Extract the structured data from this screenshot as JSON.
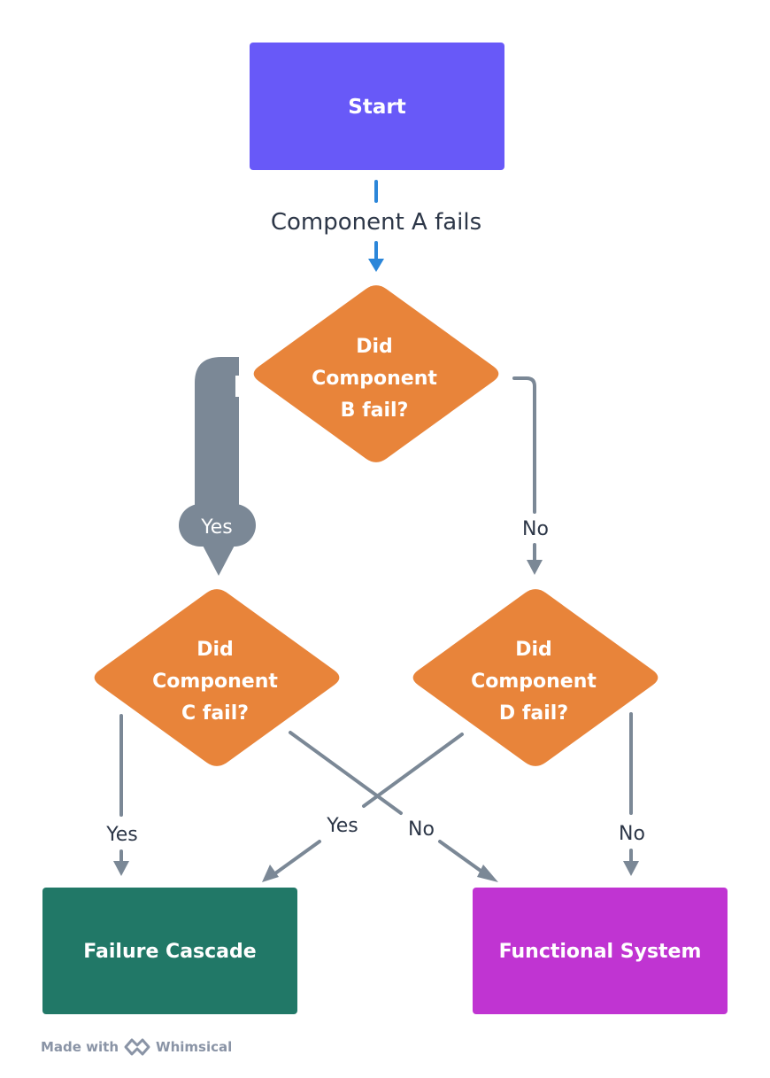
{
  "nodes": {
    "start": {
      "label": "Start",
      "color": "#6859f8"
    },
    "decision_b": {
      "lines": [
        "Did",
        "Component",
        "B fail?"
      ],
      "color": "#e8843a"
    },
    "decision_c": {
      "lines": [
        "Did",
        "Component",
        "C fail?"
      ],
      "color": "#e8843a"
    },
    "decision_d": {
      "lines": [
        "Did",
        "Component",
        "D fail?"
      ],
      "color": "#e8843a"
    },
    "failure_cascade": {
      "label": "Failure Cascade",
      "color": "#217867"
    },
    "functional_system": {
      "label": "Functional System",
      "color": "#c034d2"
    }
  },
  "edges": {
    "start_to_b": {
      "label": "Component A fails",
      "color": "#2b86d9"
    },
    "b_yes": {
      "label": "Yes"
    },
    "b_no": {
      "label": "No"
    },
    "c_yes": {
      "label": "Yes"
    },
    "c_no": {
      "label": "No"
    },
    "d_yes": {
      "label": "Yes"
    },
    "d_no": {
      "label": "No"
    },
    "default_color": "#7b8896"
  },
  "footer": {
    "made_with": "Made with",
    "brand": "Whimsical"
  }
}
